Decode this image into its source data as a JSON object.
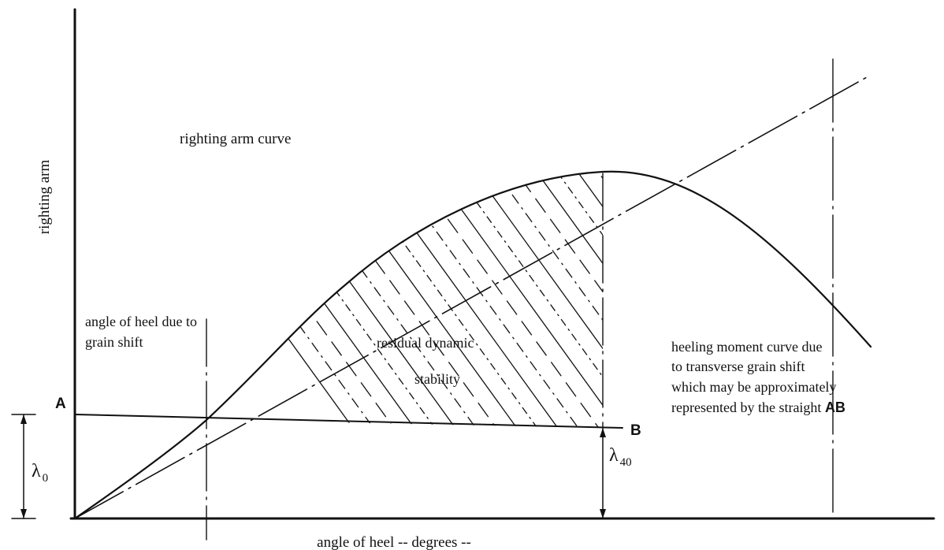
{
  "labels": {
    "righting_arm_curve": "righting arm curve",
    "y_axis": "righting arm",
    "x_axis": "angle of heel -- degrees --",
    "heel_due_line1": "angle of heel due to",
    "heel_due_line2": "grain shift",
    "residual_line1": "residual dynamic",
    "residual_line2": "stability",
    "heeling_line1": "heeling moment curve due",
    "heeling_line2": "to transverse grain shift",
    "heeling_line3": "which may be approximately",
    "heeling_line4_prefix": "represented by the straight ",
    "heeling_line4_bold": "AB",
    "point_a": "A",
    "point_b": "B",
    "lambda": "λ",
    "lambda0_sub": "0",
    "lambda40_sub": "40"
  },
  "colors": {
    "ink": "#111111",
    "paper": "#ffffff"
  }
}
